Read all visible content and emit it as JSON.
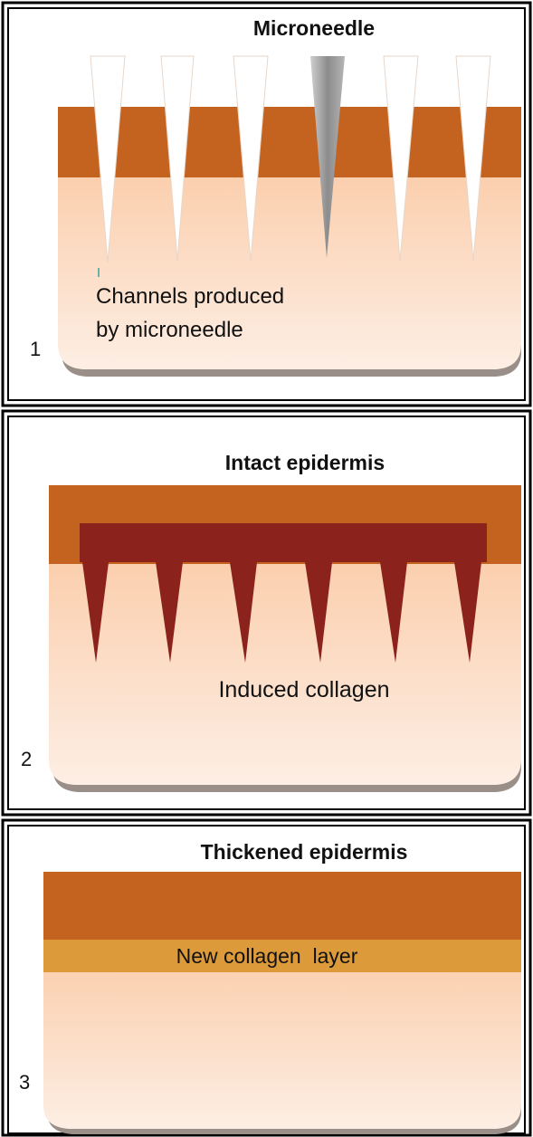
{
  "panels": [
    {
      "number": "1",
      "title": "Microneedle",
      "label_line1": "Channels produced",
      "label_line2": "by microneedle"
    },
    {
      "number": "2",
      "title": "Intact epidermis",
      "label": "Induced collagen"
    },
    {
      "number": "3",
      "title": "Thickened epidermis",
      "label": "New collagen  layer"
    }
  ],
  "colors": {
    "epidermis": "#c4621f",
    "dermis_top": "#fbd2b3",
    "dermis_bottom": "#fdeee3",
    "collagen_induced": "#8b221b",
    "collagen_new": "#dc9a3a",
    "needle": "#ffffff",
    "needle_active": "#9a9a9a"
  }
}
